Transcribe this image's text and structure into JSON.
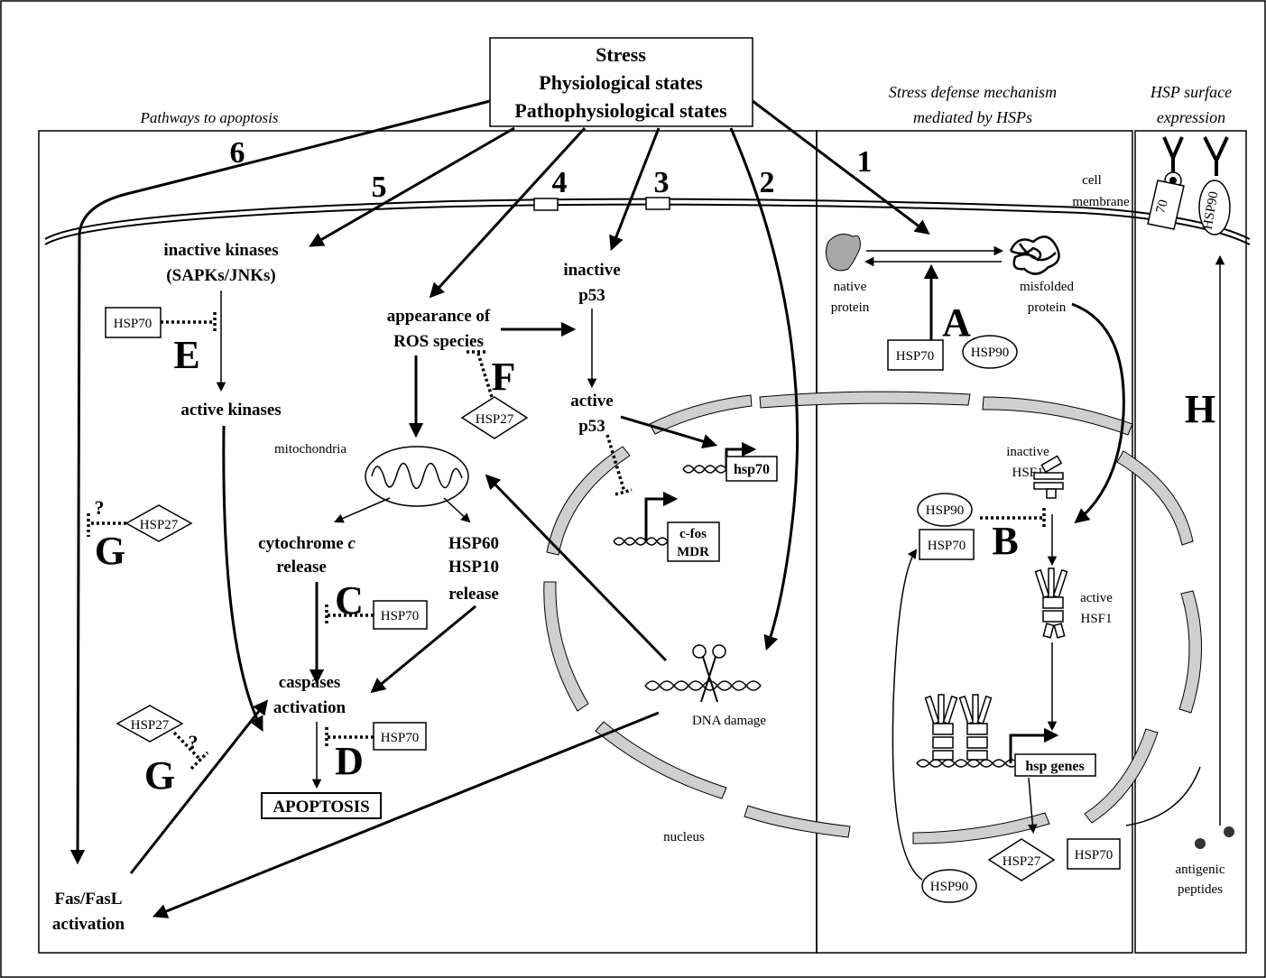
{
  "stress_box": {
    "line1": "Stress",
    "line2": "Physiological states",
    "line3": "Pathophysiological states"
  },
  "section_titles": {
    "pathways": "Pathways to apoptosis",
    "defense_line1": "Stress defense mechanism",
    "defense_line2": "mediated by HSPs",
    "surface_line1": "HSP surface",
    "surface_line2": "expression"
  },
  "pathway_numbers": [
    "6",
    "5",
    "4",
    "3",
    "2",
    "1"
  ],
  "inhibition_letters": {
    "A": "A",
    "B": "B",
    "C": "C",
    "D": "D",
    "E": "E",
    "F": "F",
    "G": "G",
    "H": "H"
  },
  "nodes": {
    "inactive_kinases_1": "inactive kinases",
    "inactive_kinases_2": "(SAPKs/JNKs)",
    "active_kinases": "active kinases",
    "ros_1": "appearance of",
    "ros_2": "ROS species",
    "inactive_p53_1": "inactive",
    "inactive_p53_2": "p53",
    "active_p53_1": "active",
    "active_p53_2": "p53",
    "mitochondria": "mitochondria",
    "cytc_1": "cytochrome ",
    "cytc_c": "c",
    "cytc_2": "release",
    "hsp60_1": "HSP60",
    "hsp60_2": "HSP10",
    "hsp60_3": "release",
    "caspases_1": "caspases",
    "caspases_2": "activation",
    "apoptosis": "APOPTOSIS",
    "fas_1": "Fas/FasL",
    "fas_2": "activation",
    "dna_damage": "DNA damage",
    "nucleus": "nucleus",
    "hsp70_gene": "hsp70",
    "cfos_1": "c-fos",
    "cfos_2": "MDR",
    "cell_membrane_1": "cell",
    "cell_membrane_2": "membrane",
    "native_1": "native",
    "native_2": "protein",
    "misfolded_1": "misfolded",
    "misfolded_2": "protein",
    "inactive_hsf1_1": "inactive",
    "inactive_hsf1_2": "HSF1",
    "active_hsf1_1": "active",
    "active_hsf1_2": "HSF1",
    "hsp_genes": "hsp genes",
    "antigenic_1": "antigenic",
    "antigenic_2": "peptides",
    "question": "?"
  },
  "hsp": {
    "hsp70": "HSP70",
    "hsp90": "HSP90",
    "hsp27": "HSP27",
    "surface_70": "70",
    "surface_90": "HSP90"
  }
}
